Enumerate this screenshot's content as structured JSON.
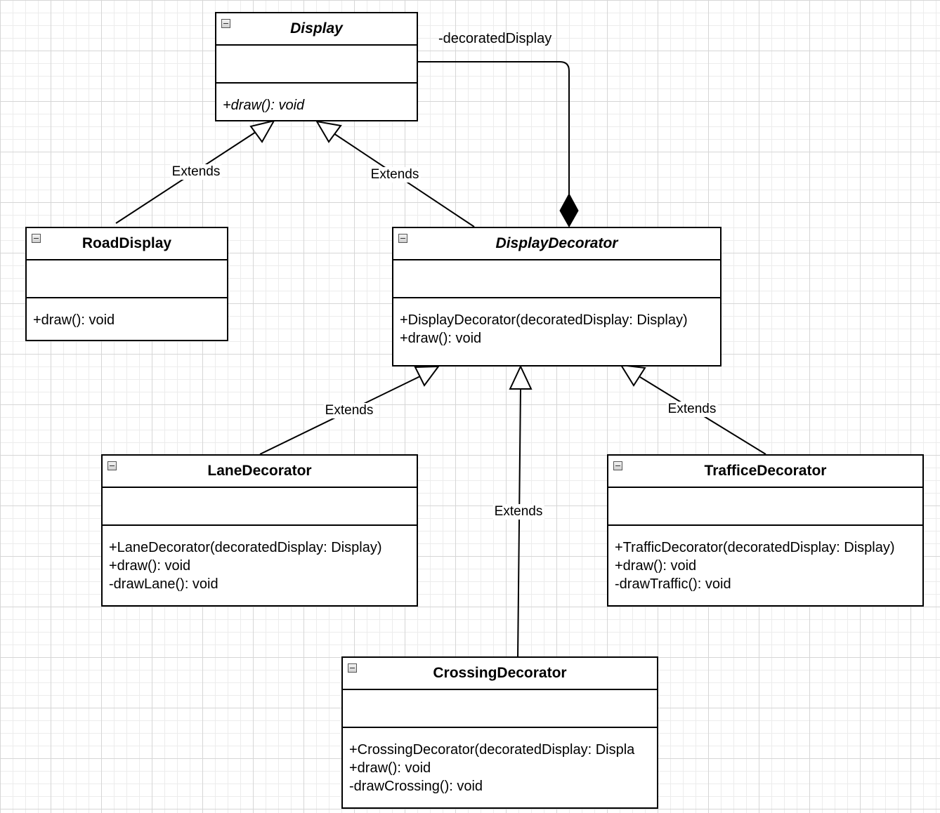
{
  "classes": {
    "display": {
      "name": "Display",
      "operations": [
        "+draw(): void"
      ]
    },
    "road_display": {
      "name": "RoadDisplay",
      "operations": [
        "+draw(): void"
      ]
    },
    "display_decorator": {
      "name": "DisplayDecorator",
      "operations": [
        "+DisplayDecorator(decoratedDisplay: Display)",
        "+draw(): void"
      ]
    },
    "lane_decorator": {
      "name": "LaneDecorator",
      "operations": [
        "+LaneDecorator(decoratedDisplay: Display)",
        "+draw(): void",
        "-drawLane(): void"
      ]
    },
    "traffic_decorator": {
      "name": "TrafficeDecorator",
      "operations": [
        "+TrafficDecorator(decoratedDisplay: Display)",
        "+draw(): void",
        "-drawTraffic(): void"
      ]
    },
    "crossing_decorator": {
      "name": "CrossingDecorator",
      "operations": [
        "+CrossingDecorator(decoratedDisplay: Displa",
        "+draw(): void",
        "-drawCrossing(): void"
      ]
    }
  },
  "relations": {
    "road_extends": "Extends",
    "decorator_extends": "Extends",
    "lane_extends": "Extends",
    "crossing_extends": "Extends",
    "traffic_extends": "Extends",
    "composition_role": "-decoratedDisplay"
  },
  "colors": {
    "grid_major": "#d6d6d6",
    "grid_minor": "#ececec",
    "stroke": "#000000"
  }
}
